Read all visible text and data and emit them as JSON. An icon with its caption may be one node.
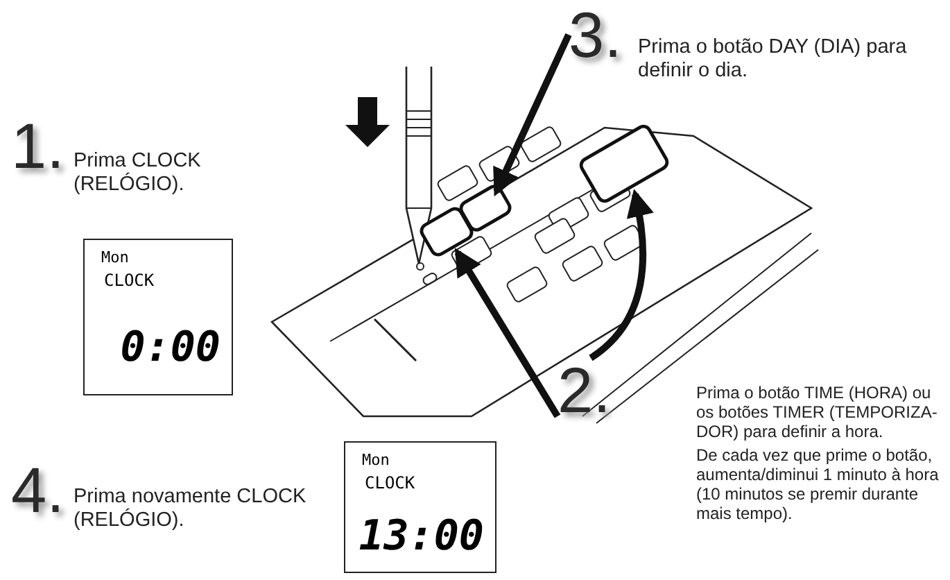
{
  "diagram": {
    "nodes": [
      {
        "text": [
          "1.",
          "Prima CLOCK (RELÓGIO)."
        ]
      },
      {
        "text": [
          "Mon",
          "CLOCK",
          "0:00"
        ]
      },
      {
        "text": [
          "3.",
          "Prima o botão DAY (DIA) para definir o dia."
        ]
      },
      {
        "text": [
          "2.",
          "Prima o botão TIME (HORA) ou os botões TIMER (TEMPORIZA- DOR) para definir a hora.",
          "De cada vez que prime o botão, aumenta/diminui 1 minuto à hora (10 minutos se premir durante mais tempo)."
        ]
      },
      {
        "text": [
          "4.",
          "Prima novamente CLOCK (RELÓGIO)."
        ]
      },
      {
        "text": [
          "Mon",
          "CLOCK",
          "13:00"
        ]
      },
      {
        "text": [],
        "shape": "box"
      },
      {
        "text": [],
        "shape": "box"
      },
      {
        "text": [],
        "shape": "box"
      }
    ],
    "edges": [
      {
        "from": 2,
        "to": 6,
        "arrow": "to"
      },
      {
        "from": 3,
        "to": 7,
        "arrow": "to"
      },
      {
        "from": 3,
        "to": 8,
        "arrow": "to"
      }
    ]
  }
}
